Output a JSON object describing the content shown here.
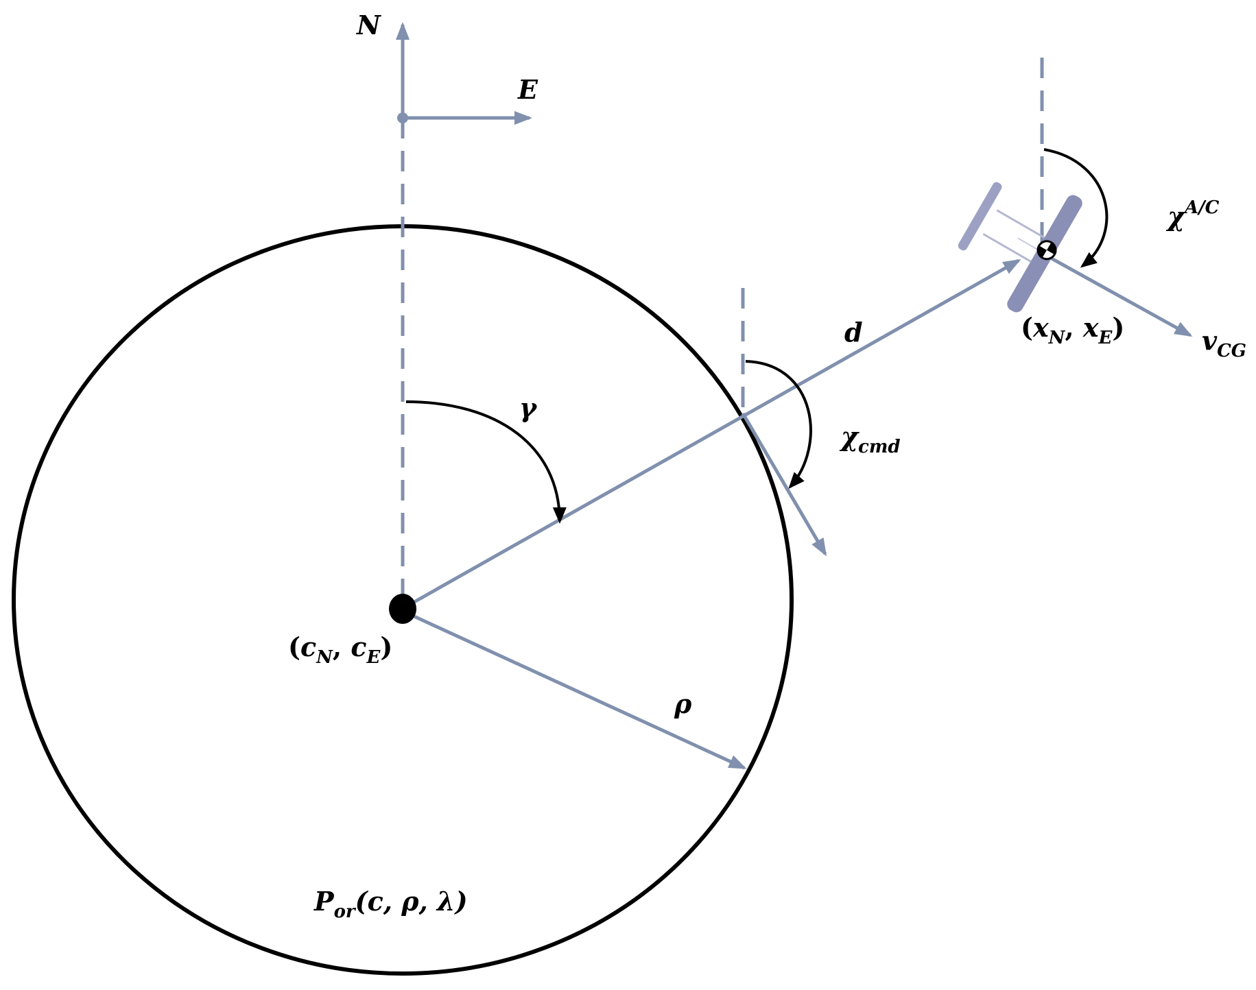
{
  "diagram": {
    "colors": {
      "vector": "#8090AE",
      "ink": "#000000",
      "aircraft_body": "#8A8FB5",
      "background": "#FFFFFF"
    },
    "labels": {
      "north": "N",
      "east": "E",
      "gamma": "γ",
      "d": "d",
      "chi_cmd": {
        "base": "χ",
        "sub": "cmd"
      },
      "chi_ac": {
        "base": "χ",
        "sup": "A/C"
      },
      "v_cg": {
        "base": "v",
        "sub": "CG"
      },
      "rho": "ρ",
      "center": {
        "open": "(",
        "a": "c",
        "a_sub": "N",
        "sep": ", ",
        "b": "c",
        "b_sub": "E",
        "close": ")"
      },
      "aircraft_pos": {
        "open": "(",
        "a": "x",
        "a_sub": "N",
        "sep": ", ",
        "b": "x",
        "b_sub": "E",
        "close": ")"
      },
      "orbit": {
        "base": "P",
        "sub": "or",
        "args": "(c, ρ, λ)"
      }
    }
  }
}
